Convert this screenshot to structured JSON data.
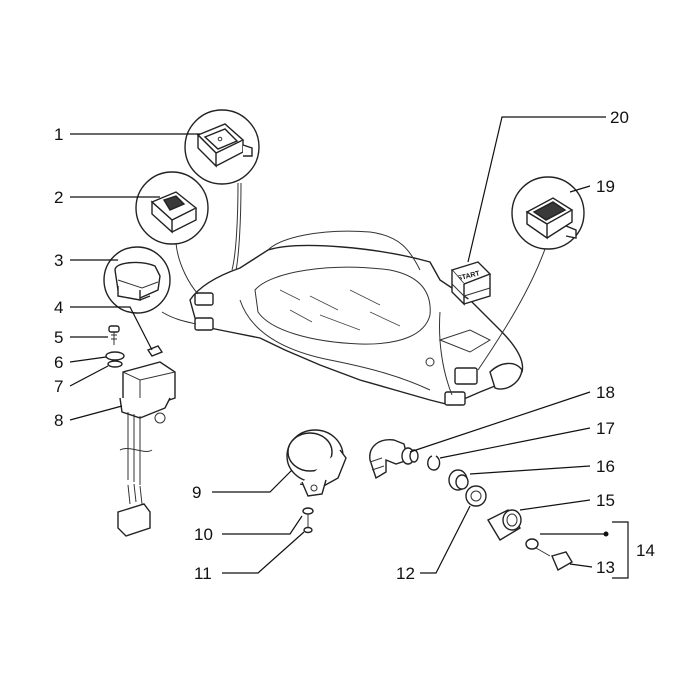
{
  "diagram": {
    "callouts": [
      {
        "id": "1",
        "label": "1"
      },
      {
        "id": "2",
        "label": "2"
      },
      {
        "id": "3",
        "label": "3"
      },
      {
        "id": "4",
        "label": "4"
      },
      {
        "id": "5",
        "label": "5"
      },
      {
        "id": "6",
        "label": "6"
      },
      {
        "id": "7",
        "label": "7"
      },
      {
        "id": "8",
        "label": "8"
      },
      {
        "id": "9",
        "label": "9"
      },
      {
        "id": "10",
        "label": "10"
      },
      {
        "id": "11",
        "label": "11"
      },
      {
        "id": "12",
        "label": "12"
      },
      {
        "id": "13",
        "label": "13"
      },
      {
        "id": "14",
        "label": "14"
      },
      {
        "id": "15",
        "label": "15"
      },
      {
        "id": "16",
        "label": "16"
      },
      {
        "id": "17",
        "label": "17"
      },
      {
        "id": "18",
        "label": "18"
      },
      {
        "id": "19",
        "label": "19"
      },
      {
        "id": "20",
        "label": "20"
      }
    ],
    "start_button_text": "START"
  }
}
